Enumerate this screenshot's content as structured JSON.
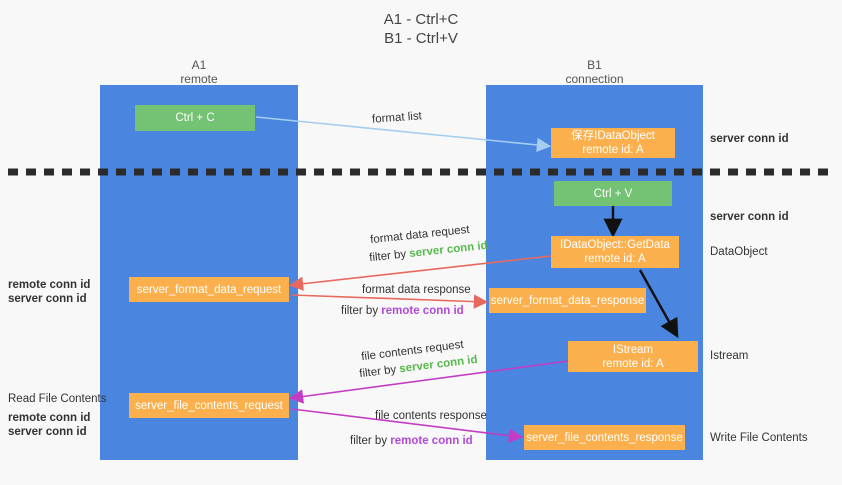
{
  "title": {
    "line1": "A1 - Ctrl+C",
    "line2": "B1 - Ctrl+V"
  },
  "columns": [
    {
      "name": "A1",
      "sub": "remote"
    },
    {
      "name": "B1",
      "sub": "connection"
    }
  ],
  "colors": {
    "lane": "#4a86e0",
    "green_box": "#74c274",
    "orange_box": "#fbb04d",
    "server_conn_id": "#57b84e",
    "remote_conn_id": "#b14ad8",
    "arrow_blue": "#a5cdf0",
    "arrow_red": "#e8685e",
    "arrow_magenta": "#c43cc4",
    "arrow_black": "#000000",
    "background": "#f8f8f8"
  },
  "boxes": {
    "ctrl_c": "Ctrl + C",
    "ctrl_v": "Ctrl + V",
    "save_dataobject_l1": "保存IDataObject",
    "save_dataobject_l2": "remote id: A",
    "getdata_l1": "IDataObject::GetData",
    "getdata_l2": "remote id: A",
    "istream_l1": "IStream",
    "istream_l2": "remote id: A",
    "server_format_data_request": "server_format_data_request",
    "server_format_data_response": "server_format_data_response",
    "server_file_contents_request": "server_file_contents_request",
    "server_file_contents_response": "server_file_contents_response"
  },
  "arrow_labels": {
    "format_list": "format list",
    "format_data_request": "format data request",
    "format_data_request_filter_prefix": "filter by ",
    "format_data_request_filter_value": "server conn id",
    "format_data_response": "format data response",
    "format_data_response_filter_prefix": "filter by ",
    "format_data_response_filter_value": "remote conn id",
    "file_contents_request": "file contents request",
    "file_contents_request_filter_prefix": "filter by ",
    "file_contents_request_filter_value": "server conn id",
    "file_contents_response": "file contents response",
    "file_contents_response_filter_prefix": "filter by ",
    "file_contents_response_filter_value": "remote conn id"
  },
  "right_labels": {
    "server_conn_id_top": "server conn id",
    "server_conn_id_mid": "server conn id",
    "dataobject": "DataObject",
    "istream": "Istream",
    "write_file_contents": "Write File Contents"
  },
  "left_labels": {
    "remote_conn_id_1": "remote conn id",
    "server_conn_id_1": "server conn id",
    "read_file_contents": "Read File Contents",
    "remote_conn_id_2": "remote conn id",
    "server_conn_id_2": "server conn id"
  }
}
